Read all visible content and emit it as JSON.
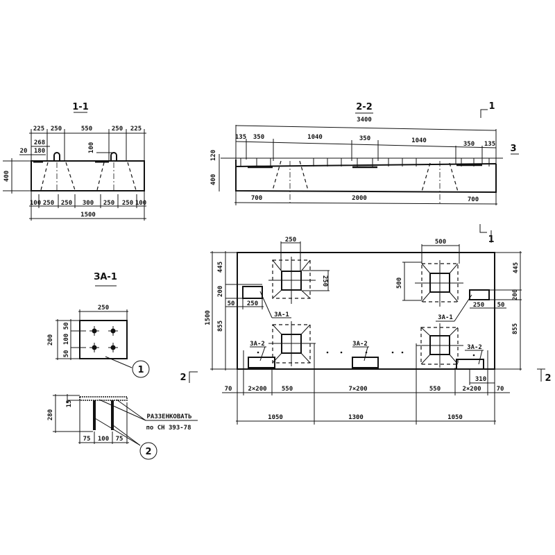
{
  "section_1_1": {
    "title": "1-1",
    "top_dims": [
      "225",
      "250",
      "550",
      "250",
      "225"
    ],
    "detail_dims": [
      "268",
      "20",
      "180",
      "100"
    ],
    "height": "400",
    "bottom_dims": [
      "100",
      "250",
      "250",
      "300",
      "250",
      "250",
      "100"
    ],
    "total": "1500"
  },
  "section_2_2": {
    "title": "2-2",
    "total": "3400",
    "top_dims": [
      "135",
      "350",
      "1040",
      "350",
      "1040",
      "350",
      "135"
    ],
    "heights": [
      "120",
      "400"
    ],
    "bottom_dims": [
      "700",
      "2000",
      "700"
    ],
    "marker_1": "1",
    "marker_3": "3"
  },
  "plan": {
    "marker_1": "1",
    "marker_2_left": "2",
    "marker_2_right": "2",
    "width_left": "1500",
    "left_dims": [
      "445",
      "200",
      "855"
    ],
    "right_dims": [
      "445",
      "200",
      "855"
    ],
    "socket_small": [
      "250",
      "250"
    ],
    "socket_large": [
      "500",
      "500"
    ],
    "plate_left_dims": [
      "50",
      "250"
    ],
    "plate_right_dims": [
      "250",
      "50"
    ],
    "labels": [
      "ЗА-1",
      "ЗА-1",
      "ЗА-2",
      "ЗА-2",
      "ЗА-2"
    ],
    "dim_310": "310",
    "bottom_dims": [
      "70",
      "2×200",
      "550",
      "7×200",
      "550",
      "2×200",
      "70"
    ],
    "bottom_totals": [
      "1050",
      "1300",
      "1050"
    ]
  },
  "detail_za1": {
    "title": "ЗА-1",
    "width": "250",
    "height": "200",
    "hole_dims": [
      "50",
      "100",
      "50"
    ],
    "callout_1": "1",
    "callout_2": "2",
    "side_dims": [
      "15",
      "280"
    ],
    "bottom_dims": [
      "75",
      "100",
      "75"
    ],
    "note_line1": "РАЗЗЕНКОВАТЬ",
    "note_line2": "по СН 393-78"
  }
}
